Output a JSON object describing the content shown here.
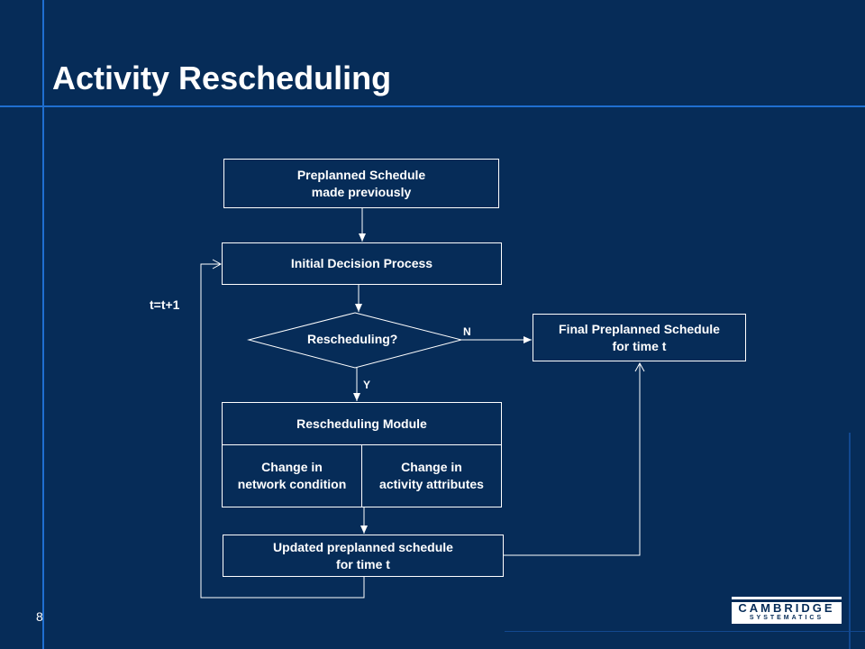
{
  "slide": {
    "title": "Activity Rescheduling",
    "number": "8"
  },
  "flowchart": {
    "preplanned": {
      "line1": "Preplanned Schedule",
      "line2": "made previously"
    },
    "initial_decision": "Initial Decision Process",
    "decision": "Rescheduling?",
    "no_label": "N",
    "yes_label": "Y",
    "final": {
      "line1": "Final Preplanned Schedule",
      "line2": "for time t"
    },
    "module": {
      "title": "Rescheduling Module",
      "left": {
        "line1": "Change in",
        "line2": "network condition"
      },
      "right": {
        "line1": "Change in",
        "line2": "activity attributes"
      }
    },
    "updated": {
      "line1": "Updated preplanned schedule",
      "line2": "for time t"
    },
    "loop_label": "t=t+1"
  },
  "logo": {
    "main": "CAMBRIDGE",
    "sub": "SYSTEMATICS"
  },
  "colors": {
    "background": "#062c58",
    "rule": "#1f6fd0",
    "foreground": "#ffffff"
  }
}
